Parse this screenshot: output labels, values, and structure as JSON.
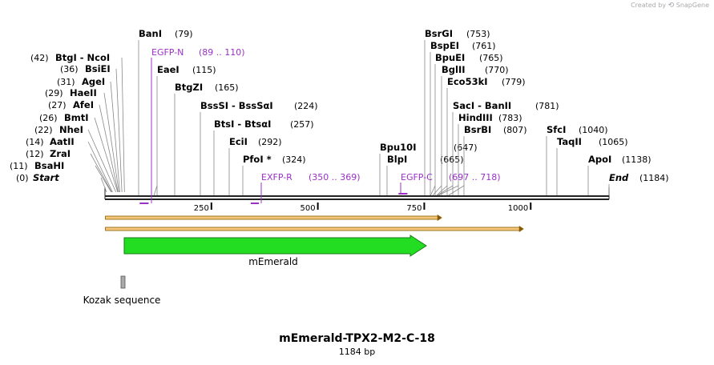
{
  "credit": {
    "text": "Created by",
    "brand": "SnapGene"
  },
  "title": "mEmerald-TPX2-M2-C-18",
  "length_label": "1184 bp",
  "colors": {
    "primer": "#9b30c8",
    "feature": "#22dd22",
    "orf": "#f5c77a",
    "backbone": "#222222"
  },
  "sequence_length": 1184,
  "scale_ticks": [
    {
      "pos": 250,
      "label": "250"
    },
    {
      "pos": 500,
      "label": "500"
    },
    {
      "pos": 750,
      "label": "750"
    },
    {
      "pos": 1000,
      "label": "1000"
    }
  ],
  "sites": [
    {
      "name": "Start",
      "pos": "(0)",
      "bp": 0,
      "italic": true
    },
    {
      "name": "BsaHI",
      "pos": "(11)",
      "bp": 11
    },
    {
      "name": "ZraI",
      "pos": "(12)",
      "bp": 12
    },
    {
      "name": "AatII",
      "pos": "(14)",
      "bp": 14
    },
    {
      "name": "NheI",
      "pos": "(22)",
      "bp": 22
    },
    {
      "name": "BmtI",
      "pos": "(26)",
      "bp": 26
    },
    {
      "name": "AfeI",
      "pos": "(27)",
      "bp": 27
    },
    {
      "name": "HaeII",
      "pos": "(29)",
      "bp": 29
    },
    {
      "name": "AgeI",
      "pos": "(31)",
      "bp": 31
    },
    {
      "name": "BsiEI",
      "pos": "(36)",
      "bp": 36
    },
    {
      "name": "BtgI - NcoI",
      "pos": "(42)",
      "bp": 42
    },
    {
      "name": "BanI",
      "pos": "(79)",
      "bp": 79
    },
    {
      "name": "EaeI",
      "pos": "(115)",
      "bp": 115
    },
    {
      "name": "BtgZI",
      "pos": "(165)",
      "bp": 165
    },
    {
      "name": "BssSI - BssSαI",
      "pos": "(224)",
      "bp": 224
    },
    {
      "name": "BtsI - BtsαI",
      "pos": "(257)",
      "bp": 257
    },
    {
      "name": "EciI",
      "pos": "(292)",
      "bp": 292
    },
    {
      "name": "PfoI *",
      "pos": "(324)",
      "bp": 324
    },
    {
      "name": "Bpu10I",
      "pos": "(647)",
      "bp": 647
    },
    {
      "name": "BlpI",
      "pos": "(665)",
      "bp": 665
    },
    {
      "name": "BsrGI",
      "pos": "(753)",
      "bp": 753
    },
    {
      "name": "BspEI",
      "pos": "(761)",
      "bp": 761
    },
    {
      "name": "BpuEI",
      "pos": "(765)",
      "bp": 765
    },
    {
      "name": "BglII",
      "pos": "(770)",
      "bp": 770
    },
    {
      "name": "Eco53kI",
      "pos": "(779)",
      "bp": 779
    },
    {
      "name": "SacI - BanII",
      "pos": "(781)",
      "bp": 781
    },
    {
      "name": "HindIII",
      "pos": "(783)",
      "bp": 783
    },
    {
      "name": "BsrBI",
      "pos": "(807)",
      "bp": 807
    },
    {
      "name": "SfcI",
      "pos": "(1040)",
      "bp": 1040
    },
    {
      "name": "TaqII",
      "pos": "(1065)",
      "bp": 1065
    },
    {
      "name": "ApoI",
      "pos": "(1138)",
      "bp": 1138
    },
    {
      "name": "End",
      "pos": "(1184)",
      "bp": 1184,
      "italic": true
    }
  ],
  "primers": [
    {
      "name": "EGFP-N",
      "range": "(89 .. 110)",
      "start": 89,
      "end": 110,
      "dir": "forward"
    },
    {
      "name": "EXFP-R",
      "range": "(350 .. 369)",
      "start": 350,
      "end": 369,
      "dir": "reverse"
    },
    {
      "name": "EGFP-C",
      "range": "(697 .. 718)",
      "start": 697,
      "end": 718,
      "dir": "forward"
    }
  ],
  "orfs": [
    {
      "start": 1,
      "end": 792
    },
    {
      "start": 1,
      "end": 984
    }
  ],
  "features": [
    {
      "name": "mEmerald",
      "start": 43,
      "end": 762,
      "type": "arrow"
    },
    {
      "name": "Kozak sequence",
      "start": 36,
      "end": 45,
      "type": "box"
    }
  ]
}
